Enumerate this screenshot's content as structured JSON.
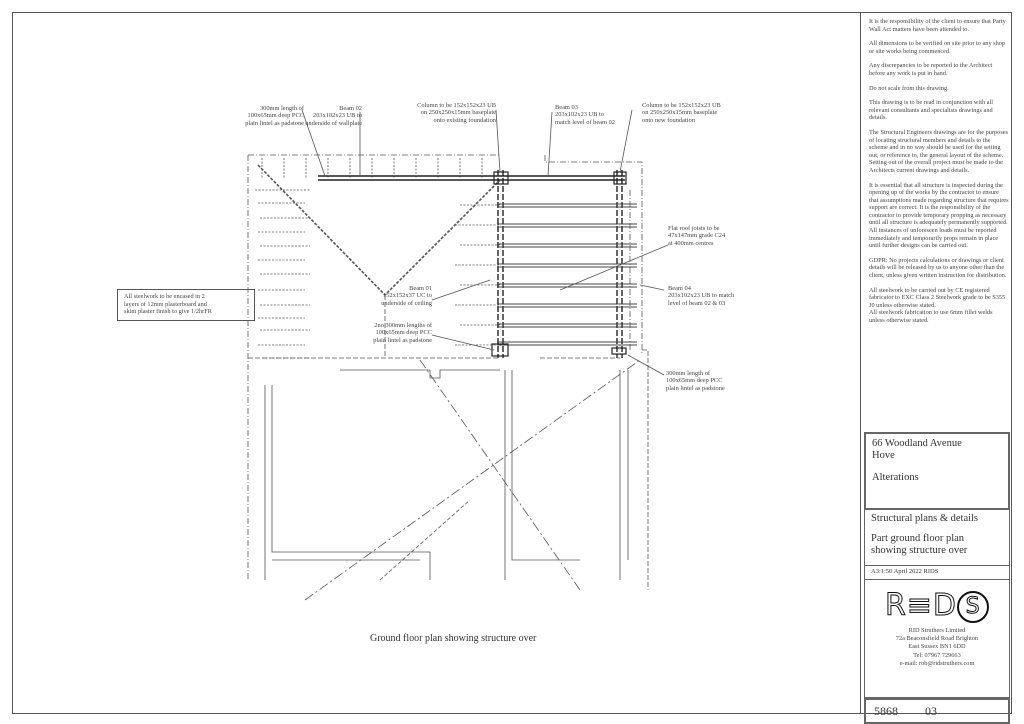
{
  "drawing": {
    "caption": "Ground floor plan showing structure over",
    "annotations": {
      "padstone_top_left": [
        "300mm length of",
        "100x65mm deep PCC",
        "plain lintel as padstone"
      ],
      "beam02": [
        "Beam 02",
        "203x102x23 UB to",
        "underside of wallplate"
      ],
      "column_existing": [
        "Column to be 152x152x23 UB",
        "on 250x250x15mm baseplate",
        "onto existing foundation"
      ],
      "beam03": [
        "Beam 03",
        "203x102x23 UB to",
        "match level of beam 02"
      ],
      "column_new": [
        "Column to be 152x152x23 UB",
        "on 250x250x15mm baseplate",
        "onto new foundation"
      ],
      "joists": [
        "Flat roof joists to be",
        "47x147mm grade C24",
        "at 400mm centres"
      ],
      "beam01": [
        "Beam 01",
        "152x152x37 UC to",
        "underside of ceiling"
      ],
      "beam04": [
        "Beam 04",
        "203x102x23 UB to match",
        "level of beam 02 & 03"
      ],
      "padstone_two": [
        "2no 300mm lengths of",
        "100x65mm deep PCC",
        "plain lintel as padstone"
      ],
      "padstone_bottom_right": [
        "300mm length of",
        "100x65mm deep PCC",
        "plain lintel as padstone"
      ],
      "encased": [
        "All steelwork to be encased in 2",
        "layers of 12mm plasterboard and",
        "skim plaster finish to give 1/2hrFR"
      ]
    }
  },
  "title_block": {
    "notes": [
      "It is the responsibility of the client to ensure that Party Wall Act matters have been attended to.",
      "All dimensions to be verified on site prior to any shop or site works being commenced.",
      "Any discrepancies to be reported to the Architect before any work is put in hand.",
      "Do not scale from this drawing.",
      "This drawing is to be read in conjunction with all relevant consultants and specialists drawings and details.",
      "The Structural Engineers drawings are for the purposes of locating structural members and details to the scheme and in no way should be used for the setting out, or reference to, the general layout of the scheme.  Setting out of the overall project must be made to the Architects current drawings and details.",
      "It is essential that all structure is inspected during the opening up of the works by the contractor to ensure that assumptions made regarding structure that requires support are correct.  It is the responsibility of the contractor to provide temporary propping as necessary until all structure is adequately permanently supported. All instances of unforeseen loads must be reported immediately and temporarily props remain in place until further designs can be carried out.",
      "GDPR:  No projects calculations or drawings  or client details will be released by us to anyone other than the client, unless given written instruction for  distribution.",
      "All steelwork to be carried out by CE registered fabricator to EXC Class 2 Steelwork grade to be S355 J0 unless otherwise stated.",
      "All steelwork fabrication to use 6mm fillet welds unless otherwise stated."
    ],
    "address": [
      "66 Woodland Avenue",
      "Hove"
    ],
    "project": "Alterations",
    "series": "Structural plans & details",
    "title": [
      "Part ground floor plan",
      "showing structure over"
    ],
    "scale_info": "A3:1:50 April 2022   RIDS",
    "logo_text": "RIDS",
    "company": [
      "RID Struthers Limited",
      "72a Beaconsfield Road   Brighton",
      "East Sussex   BN1 6DD",
      "Tel:  07967 729663",
      "e-mail: rob@ridstruthers.com"
    ],
    "drawing_number": "5868",
    "revision": "03"
  }
}
